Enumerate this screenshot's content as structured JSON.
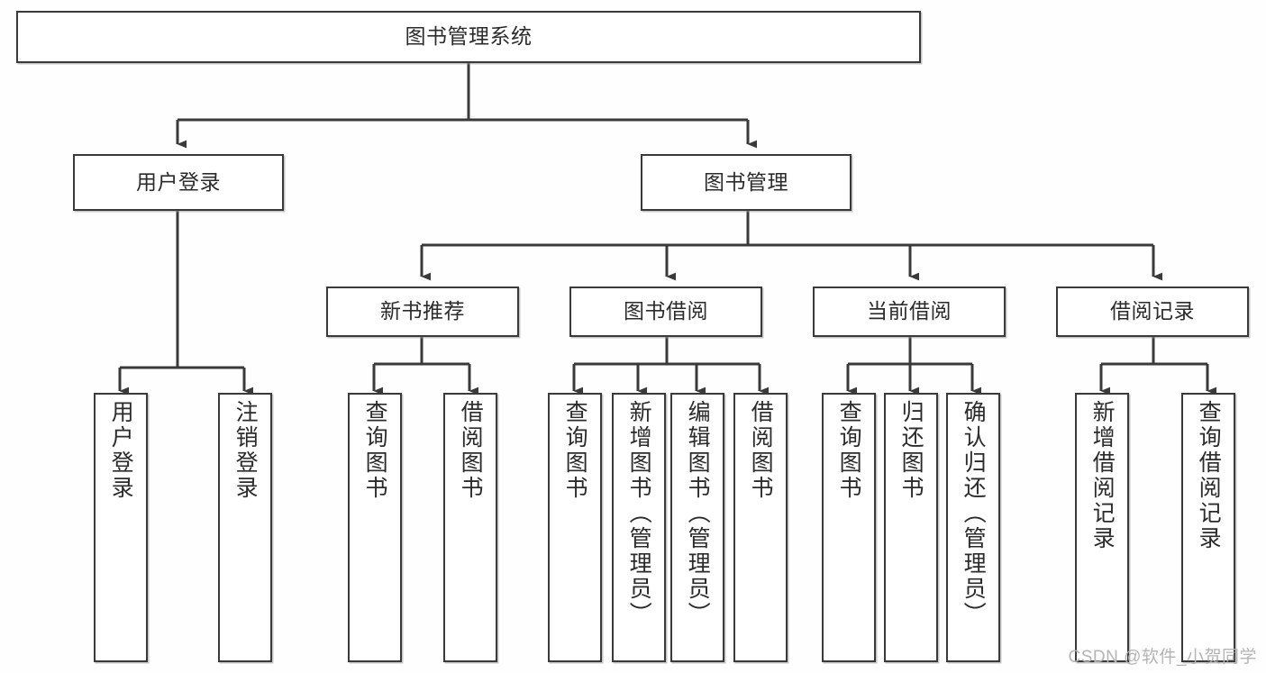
{
  "diagram": {
    "title": "图书管理系统",
    "type": "hierarchy-tree",
    "watermark": "CSDN @软件_小贺同学",
    "colors": {
      "line": "#3a3a3a",
      "box_fill": "#ffffff",
      "text": "#2b2b2b",
      "background": "#fefefe",
      "watermark": "#b4b4b4"
    },
    "root": {
      "label": "图书管理系统"
    },
    "level2": [
      {
        "label": "用户登录"
      },
      {
        "label": "图书管理"
      }
    ],
    "level3": [
      {
        "label": "新书推荐"
      },
      {
        "label": "图书借阅"
      },
      {
        "label": "当前借阅"
      },
      {
        "label": "借阅记录"
      }
    ],
    "leaves_user_login": [
      {
        "label": "用户登录"
      },
      {
        "label": "注销登录"
      }
    ],
    "leaves_new_book": [
      {
        "label": "查询图书"
      },
      {
        "label": "借阅图书"
      }
    ],
    "leaves_borrow": [
      {
        "label": "查询图书"
      },
      {
        "label": "新增图书（管理员）"
      },
      {
        "label": "编辑图书（管理员）"
      },
      {
        "label": "借阅图书"
      }
    ],
    "leaves_current": [
      {
        "label": "查询图书"
      },
      {
        "label": "归还图书"
      },
      {
        "label": "确认归还（管理员）"
      }
    ],
    "leaves_record": [
      {
        "label": "新增借阅记录"
      },
      {
        "label": "查询借阅记录"
      }
    ]
  }
}
